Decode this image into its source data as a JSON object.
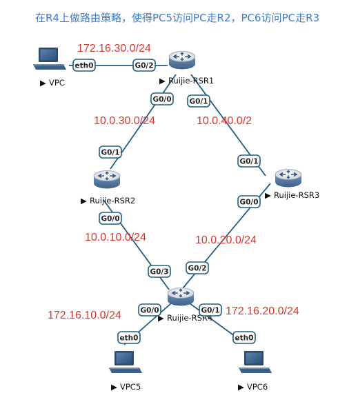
{
  "title": "在R4上做路由策略，使得PC5访问PC走R2，PC6访问PC走R3",
  "devices": {
    "vpc": {
      "label": "VPC"
    },
    "rsr1": {
      "label": "Ruijie-RSR1"
    },
    "rsr2": {
      "label": "Ruijie-RSR2"
    },
    "rsr3": {
      "label": "Ruijie-RSR3"
    },
    "rsr4": {
      "label": "Ruijie-RSR4"
    },
    "vpc5": {
      "label": "VPC5"
    },
    "vpc6": {
      "label": "VPC6"
    }
  },
  "ports": {
    "vpc_eth0": "eth0",
    "r1_g02": "G0/2",
    "r1_g00": "G0/0",
    "r1_g01": "G0/1",
    "r2_g01": "G0/1",
    "r2_g00": "G0/0",
    "r3_g01": "G0/1",
    "r3_g00": "G0/0",
    "r4_g03": "G0/3",
    "r4_g02": "G0/2",
    "r4_g00": "G0/0",
    "r4_g01": "G0/1",
    "vpc5_eth0": "eth0",
    "vpc6_eth0": "eth0"
  },
  "subnets": {
    "vpc_r1": "172.16.30.0/24",
    "r1_r2": "10.0.30.0/24",
    "r1_r3": "10.0.40.0/2",
    "r2_r4": "10.0.10.0/24",
    "r3_r4": "10.0.20.0/24",
    "r4_vpc5": "172.16.10.0/24",
    "r4_vpc6": "172.16.20.0/24"
  },
  "colors": {
    "title": "#3a7bd5",
    "subnet": "#e0332a",
    "link": "#1f5d82",
    "router_top": "#f2f4f7",
    "router_body": "#5b7fa6"
  },
  "icons": {
    "router": "router-icon",
    "pc": "pc-icon",
    "run_state": "play-triangle-icon"
  }
}
